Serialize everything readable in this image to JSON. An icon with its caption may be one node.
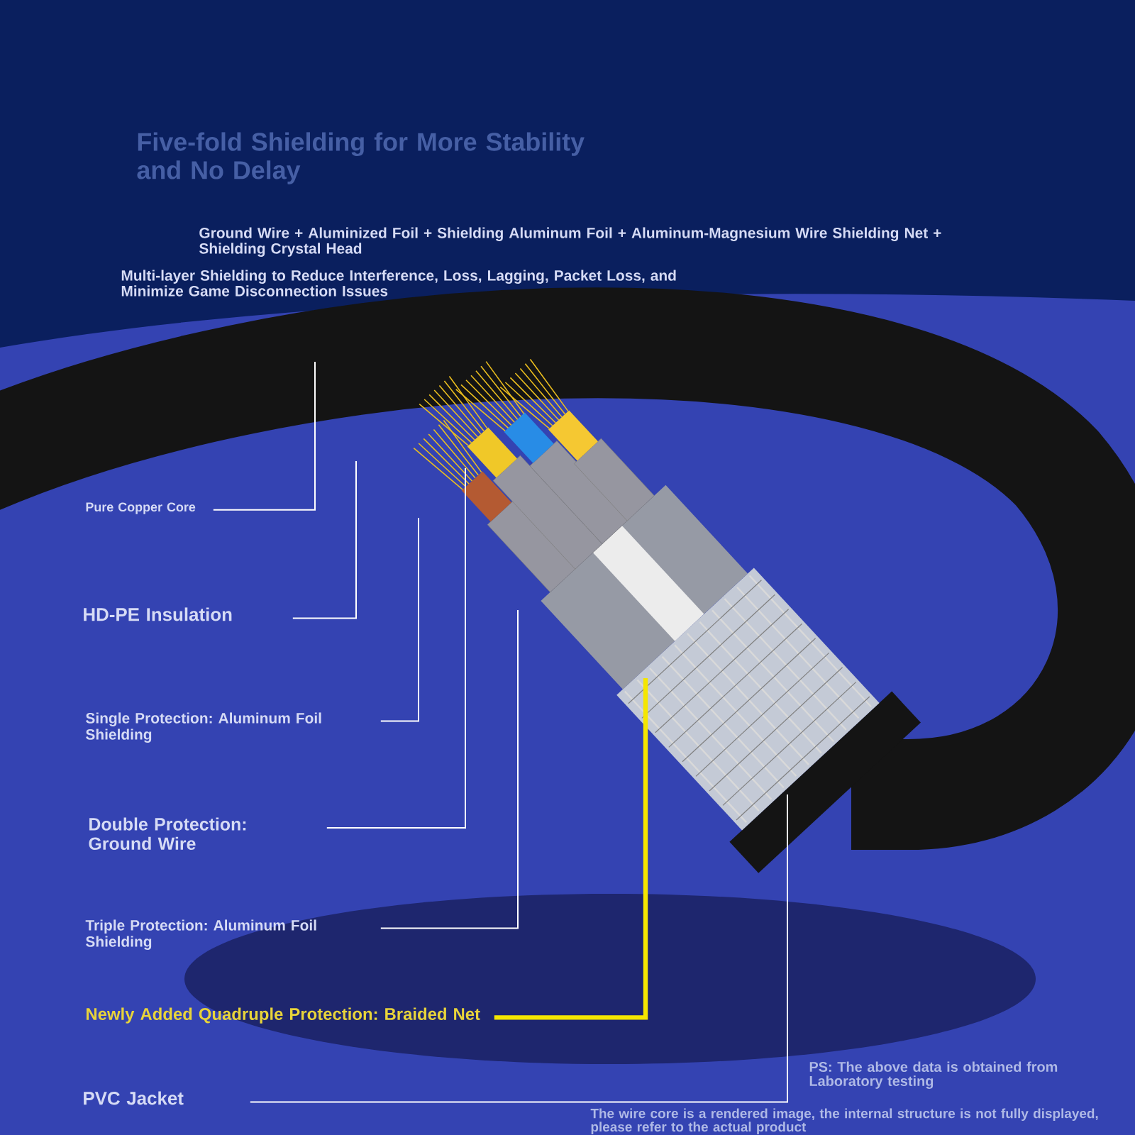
{
  "diagram": {
    "title": "Five-fold Shielding for More Stability and No Delay",
    "nodes": [
      {
        "text": [
          "Pure Copper Core"
        ]
      },
      {
        "text": [
          "HD-PE Insulation"
        ]
      },
      {
        "text": [
          "Single Protection: Aluminum Foil Shielding"
        ]
      },
      {
        "text": [
          "Double Protection: Ground Wire"
        ]
      },
      {
        "text": [
          "Triple Protection: Aluminum Foil Shielding"
        ]
      },
      {
        "text": [
          "Newly Added Quadruple Protection: Braided Net"
        ]
      },
      {
        "text": [
          "PVC Jacket"
        ]
      }
    ],
    "edges": [
      {
        "from": 0,
        "to": null,
        "arrow": "none"
      },
      {
        "from": 1,
        "to": null,
        "arrow": "none"
      },
      {
        "from": 2,
        "to": null,
        "arrow": "none"
      },
      {
        "from": 3,
        "to": null,
        "arrow": "none"
      },
      {
        "from": 4,
        "to": null,
        "arrow": "none"
      },
      {
        "from": 5,
        "to": null,
        "arrow": "none",
        "style": "thick",
        "color": "#f5e600"
      },
      {
        "from": 6,
        "to": null,
        "arrow": "none"
      }
    ],
    "labels": [
      "Ground Wire + Aluminized Foil + Shielding Aluminum Foil + Aluminum-Magnesium Wire Shielding Net + Shielding Crystal Head",
      "Multi-layer Shielding to Reduce Interference, Loss, Lagging, Packet Loss, and Minimize Game Disconnection Issues",
      "PS: The above data is obtained from Laboratory testing",
      "The wire core is a rendered image, the internal structure is not fully displayed, please refer to the actual product"
    ]
  }
}
